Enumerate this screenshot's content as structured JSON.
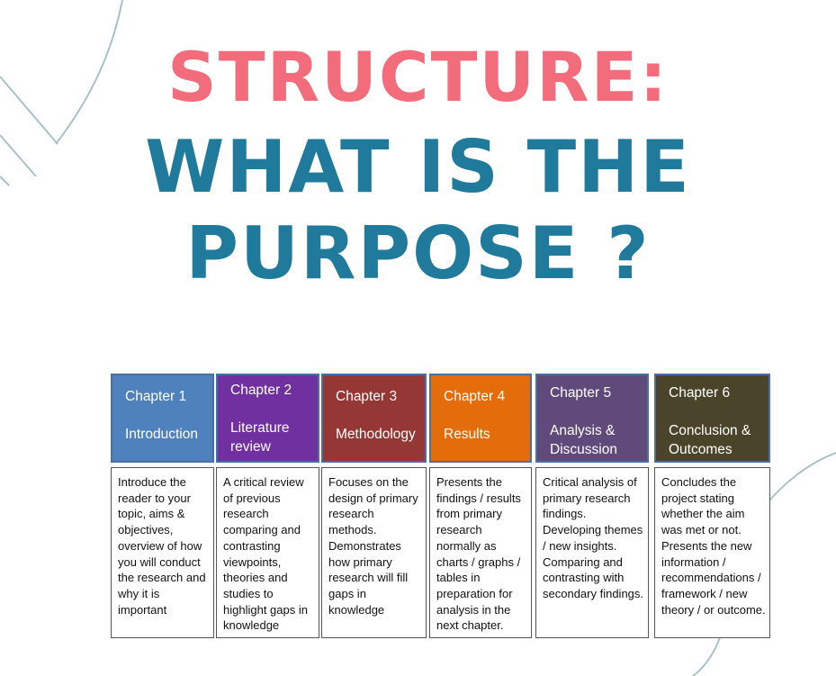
{
  "colors": {
    "title_pink": "#f36c7b",
    "title_teal": "#1f7a9c",
    "deco_line": "#a9c2c6"
  },
  "title": {
    "line1": "STRUCTURE:",
    "line2": "WHAT IS THE",
    "line3": "PURPOSE ?"
  },
  "chapters": [
    {
      "number": "Chapter 1",
      "name": "Introduction",
      "color": "#4f81bd",
      "description": "Introduce the reader to your topic, aims & objectives, overview of how you will conduct the research and why it is important"
    },
    {
      "number": "Chapter 2",
      "name": "Literature review",
      "color": "#7030a0",
      "description": "A critical review of previous research comparing and contrasting viewpoints, theories and studies to highlight gaps in knowledge"
    },
    {
      "number": "Chapter 3",
      "name": "Methodology",
      "color": "#953735",
      "description": "Focuses on the design of primary research methods. Demonstrates how primary research will fill gaps in knowledge"
    },
    {
      "number": "Chapter 4",
      "name": "Results",
      "color": "#e46c0a",
      "description": "Presents the findings / results from primary research normally as charts / graphs / tables in preparation for analysis in the next chapter."
    },
    {
      "number": "Chapter 5",
      "name": "Analysis & Discussion",
      "color": "#604a7b",
      "description": "Critical analysis of primary research findings. Developing themes / new insights. Comparing and contrasting with secondary findings."
    },
    {
      "number": "Chapter 6",
      "name": "Conclusion & Outcomes",
      "color": "#4a452a",
      "description": "Concludes the project stating whether the aim was met or not. Presents the new information / recommendations / framework / new theory / or outcome."
    }
  ]
}
